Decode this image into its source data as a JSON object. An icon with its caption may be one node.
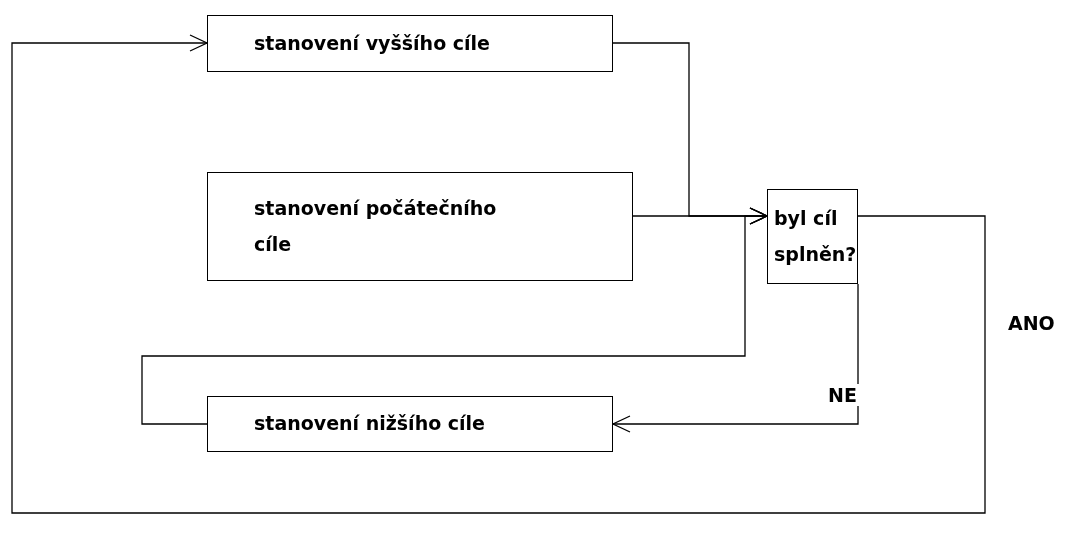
{
  "diagram": {
    "nodes": [
      {
        "text": [
          "stanovení vyššího cíle"
        ]
      },
      {
        "text": [
          "stanovení počátečního cíle"
        ]
      },
      {
        "text": [
          "byl cíl splněn?"
        ]
      },
      {
        "text": [
          "stanovení nižšího cíle"
        ]
      }
    ],
    "edges": [
      {
        "from": 0,
        "to": 2,
        "arrow": "to"
      },
      {
        "from": 1,
        "to": 2,
        "arrow": "to"
      },
      {
        "from": 3,
        "to": 2,
        "arrow": "to"
      },
      {
        "from": 2,
        "to": 3,
        "arrow": "to",
        "label": "NE"
      },
      {
        "from": 2,
        "to": 0,
        "arrow": "to",
        "label": "ANO"
      }
    ]
  }
}
